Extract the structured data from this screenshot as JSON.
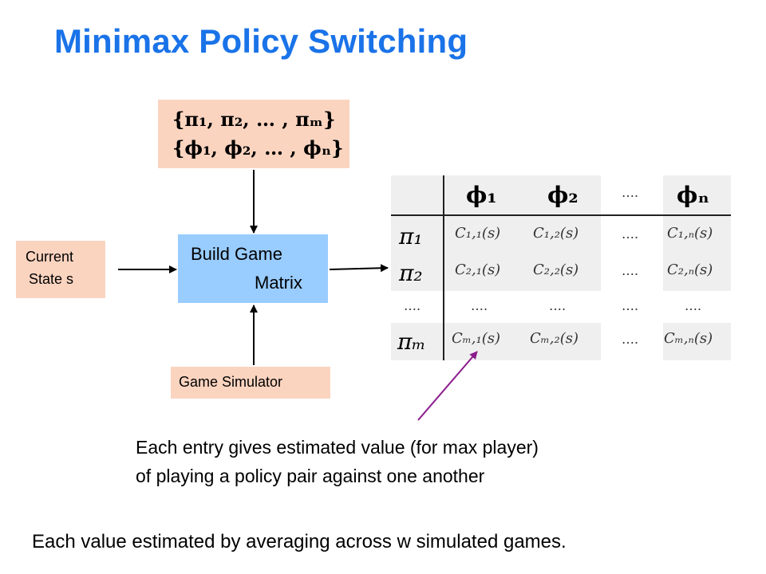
{
  "title": "Minimax Policy Switching",
  "policy_sets": {
    "line1": "{π₁, π₂, … , πₘ}",
    "line2": "{ϕ₁, ϕ₂, … , ϕₙ}"
  },
  "current_state": {
    "line1": "Current",
    "line2": "State  s"
  },
  "build_box": {
    "line1": "Build Game",
    "line2": "Matrix"
  },
  "simulator": "Game Simulator",
  "matrix": {
    "col_headers": [
      "ϕ₁",
      "ϕ₂",
      "….",
      "ϕₙ"
    ],
    "row_headers": [
      "π₁",
      "π₂",
      "….",
      "πₘ"
    ],
    "rows": [
      [
        "C₁,₁(s)",
        "C₁,₂(s)",
        "….",
        "C₁,ₙ(s)"
      ],
      [
        "C₂,₁(s)",
        "C₂,₂(s)",
        "….",
        "C₂,ₙ(s)"
      ],
      [
        "….",
        "….",
        "….",
        "…."
      ],
      [
        "Cₘ,₁(s)",
        "Cₘ,₂(s)",
        "….",
        "Cₘ,ₙ(s)"
      ]
    ]
  },
  "description_line1": "Each entry gives estimated value (for max player)",
  "description_line2": "of playing a policy pair against one another",
  "note": "Each value estimated by averaging across w simulated games.",
  "colors": {
    "title": "#1a73e8",
    "peach": "#fbd4c0",
    "build": "#99ccff",
    "pointer": "#8b1a8b"
  }
}
